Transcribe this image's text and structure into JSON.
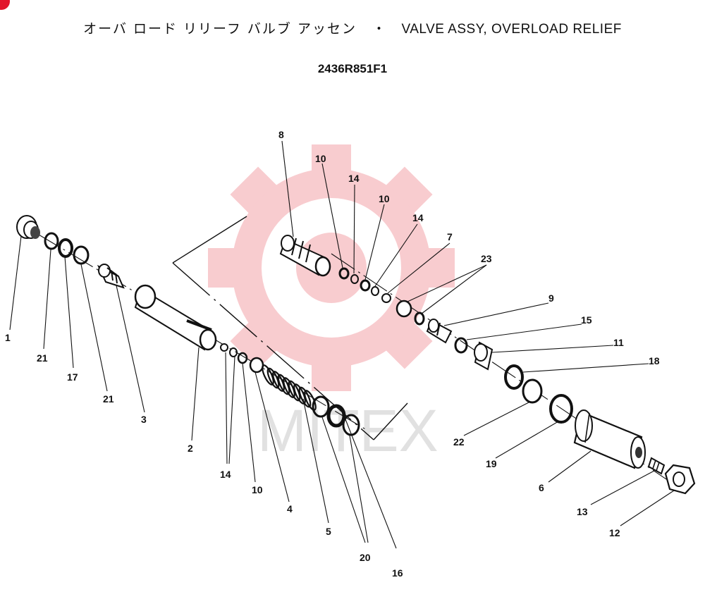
{
  "title": {
    "japanese": "オーバ ロード リリーフ バルブ アッセン",
    "separator": "・",
    "english": "VALVE ASSY,  OVERLOAD RELIEF"
  },
  "part_number": "2436R851F1",
  "watermark": {
    "text": "MITEX",
    "color": "#e94a56"
  },
  "callouts": [
    "1",
    "21",
    "17",
    "21",
    "3",
    "2",
    "14",
    "10",
    "4",
    "5",
    "20",
    "16",
    "8",
    "10",
    "14",
    "10",
    "14",
    "7",
    "23",
    "9",
    "15",
    "11",
    "18",
    "22",
    "19",
    "6",
    "13",
    "12"
  ]
}
